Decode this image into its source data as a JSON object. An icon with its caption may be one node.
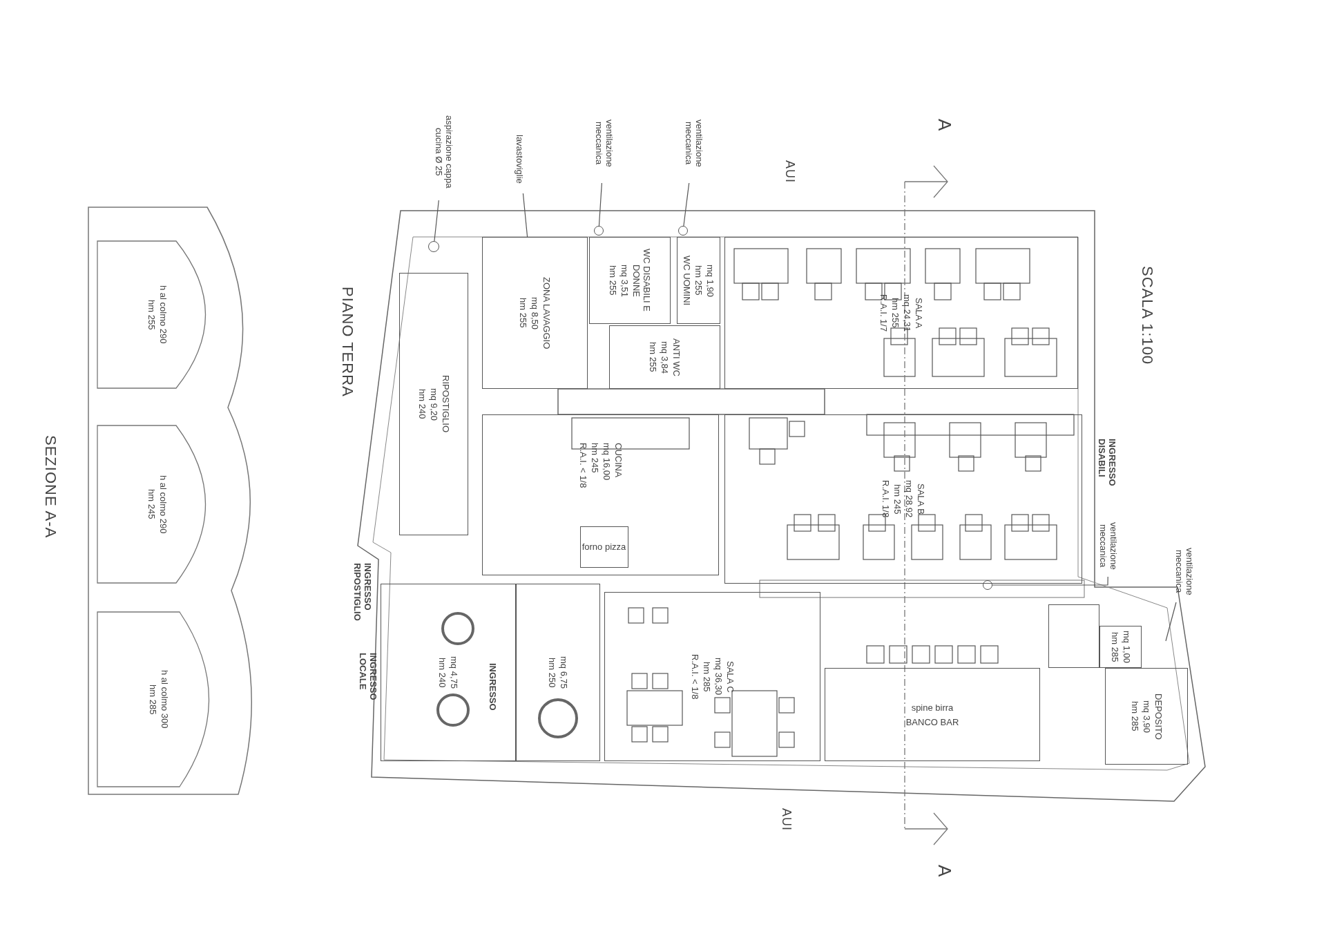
{
  "diagram": {
    "nodes": [
      {
        "text": [
          "h al colmo 290",
          "hm 255"
        ]
      },
      {
        "text": [
          "h al colmo 290",
          "hm 245"
        ]
      },
      {
        "text": [
          "h al colmo 300",
          "hm 285"
        ]
      },
      {
        "text": [
          "aspirazione cappa cucina Ø 25"
        ]
      },
      {
        "text": [
          "lavastoviglie"
        ]
      },
      {
        "text": [
          "ventilazione meccanica"
        ]
      },
      {
        "text": [
          "ventilazione meccanica"
        ]
      },
      {
        "text": [],
        "shape": "circle"
      },
      {
        "text": [],
        "shape": "circle"
      },
      {
        "text": [],
        "shape": "circle"
      },
      {
        "text": [
          "RIPOSTIGLIO",
          "mq 9,20",
          "hm 240"
        ]
      },
      {
        "text": [
          "ZONA LAVAGGIO",
          "mq 8,50",
          "hm 255"
        ]
      },
      {
        "text": [
          "WC DISABILI E DONNE",
          "mq 3,51",
          "hm 255"
        ]
      },
      {
        "text": [
          "mq 1,90",
          "hm 255",
          "WC UOMINI"
        ]
      },
      {
        "text": [
          "ANTI WC",
          "mq 3,84",
          "hm 255"
        ]
      },
      {
        "text": [
          "SALA A",
          "mq 24,31",
          "hm 255",
          "R.A.I. 1/7"
        ]
      },
      {
        "text": [
          "CUCINA",
          "mq 16,00",
          "hm 245",
          "R.A.I. < 1/8"
        ]
      },
      {
        "text": [
          "forno pizza"
        ],
        "in": 16
      },
      {
        "text": [
          "SALA B",
          "mq 28,92",
          "hm 245",
          "R.A.I. 1/8"
        ]
      },
      {
        "text": [
          "mq 4,75",
          "hm 240"
        ]
      },
      {
        "text": [
          "mq 6,75",
          "hm 250"
        ]
      },
      {
        "text": [
          "SALA C",
          "mq 36,30",
          "hm 285",
          "R.A.I. < 1/8"
        ]
      },
      {
        "text": [
          "spine birra",
          "BANCO BAR"
        ]
      },
      {
        "text": [],
        "shape": "box"
      },
      {
        "text": [
          "mq 1,00",
          "hm 285"
        ]
      },
      {
        "text": [
          "DEPOSITO",
          "mq 3,90",
          "hm 285"
        ]
      },
      {
        "text": [
          "ventilazione meccanica"
        ]
      },
      {
        "text": [
          "ventilazione meccanica"
        ]
      },
      {
        "text": [],
        "shape": "circle"
      }
    ],
    "edges": [
      {
        "from": 3,
        "to": 7,
        "arrow": "none"
      },
      {
        "from": 4,
        "to": 11,
        "arrow": "none"
      },
      {
        "from": 5,
        "to": 8,
        "arrow": "none"
      },
      {
        "from": 6,
        "to": 9,
        "arrow": "none"
      },
      {
        "from": 26,
        "to": 28,
        "arrow": "none"
      },
      {
        "from": 27,
        "to": null,
        "arrow": "none"
      }
    ],
    "labels": [
      "SEZIONE A-A",
      "PIANO TERRA",
      "AUI",
      "A",
      "SCALA 1:100",
      "INGRESSO RIPOSTIGLIO",
      "INGRESSO LOCALE",
      "INGRESSO",
      "INGRESSO DISABILI",
      "AUI",
      "A"
    ]
  }
}
